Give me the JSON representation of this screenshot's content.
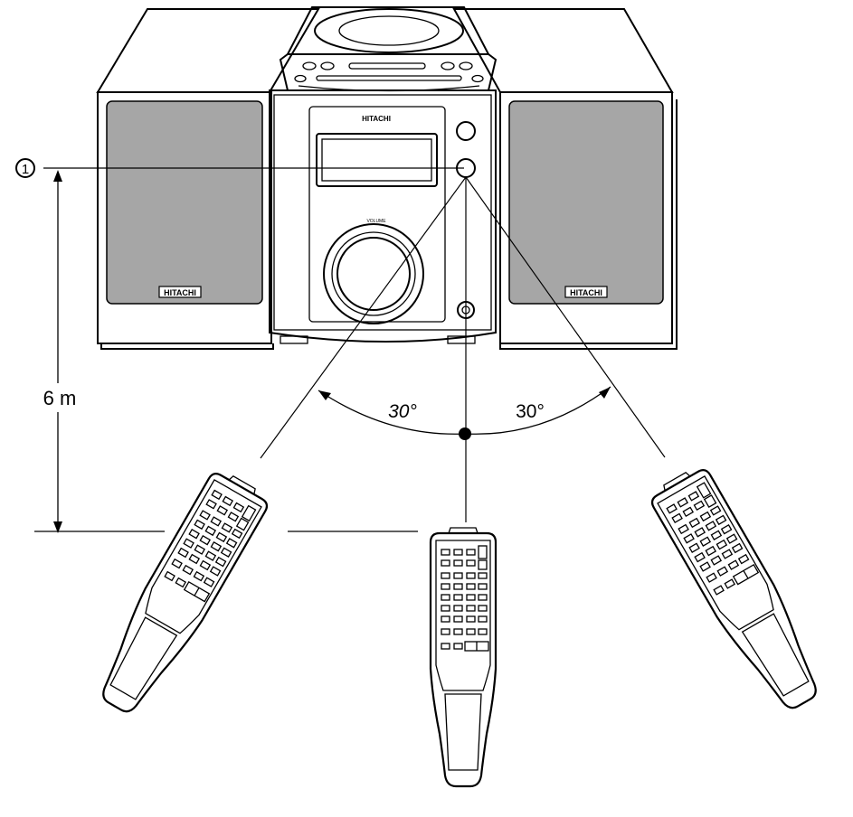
{
  "brand": "HITACHI",
  "volume_label": "VOLUME",
  "callout_number": "1",
  "distance_label": "6 m",
  "angle_left": "30°",
  "angle_right": "30°",
  "colors": {
    "line": "#000000",
    "speaker_grille": "#a6a6a6",
    "background": "#ffffff"
  }
}
